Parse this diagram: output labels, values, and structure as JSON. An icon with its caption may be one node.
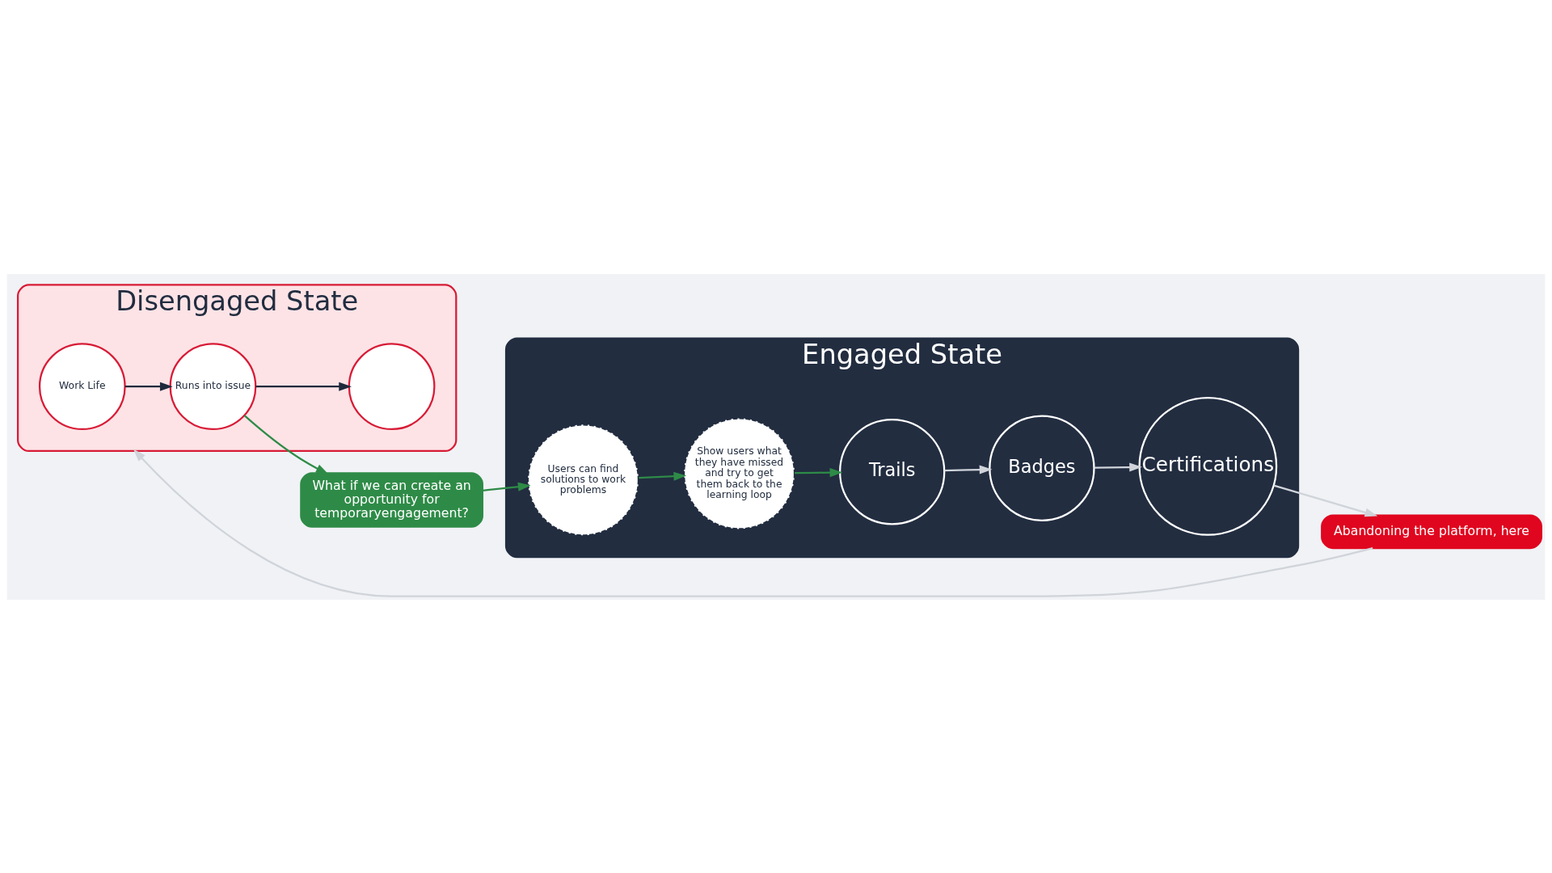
{
  "diagram": {
    "nodes": [
      {
        "text": [
          "Engaged State"
        ]
      },
      {
        "text": [
          "Trails"
        ],
        "in": 0
      },
      {
        "text": [
          "Badges"
        ],
        "in": 0
      },
      {
        "text": [
          "Certifications"
        ],
        "in": 0
      },
      {
        "text": [
          "Show users what they have missed and try to get them back to the learning loop"
        ],
        "in": 0
      },
      {
        "text": [
          "Users can find solutions to work problems"
        ],
        "in": 0
      },
      {
        "text": [
          "Abandoning the platform, here"
        ]
      },
      {
        "text": [
          "Disengaged State"
        ]
      },
      {
        "text": [
          "Work Life"
        ],
        "in": 7
      },
      {
        "text": [],
        "shape": "circle",
        "in": 7
      },
      {
        "text": [
          "Runs into issue"
        ],
        "in": 7
      },
      {
        "text": [
          "What if we can create an opportunity for temporaryengagement?"
        ]
      }
    ],
    "edges": [
      {
        "from": 1,
        "to": 2,
        "arrow": "to"
      },
      {
        "from": 2,
        "to": 3,
        "arrow": "to"
      },
      {
        "from": 3,
        "to": 6,
        "arrow": "to"
      },
      {
        "from": 6,
        "to": 7,
        "arrow": "to"
      },
      {
        "from": 8,
        "to": 10,
        "arrow": "to",
        "color": "#1f2a3c"
      },
      {
        "from": 10,
        "to": 9,
        "arrow": "to",
        "color": "#1f2a3c"
      },
      {
        "from": 10,
        "to": 11,
        "arrow": "to",
        "color": "#2e8b47"
      },
      {
        "from": 11,
        "to": 5,
        "arrow": "to",
        "color": "#2e8b47"
      },
      {
        "from": 5,
        "to": 4,
        "arrow": "to",
        "color": "#2e8b47"
      },
      {
        "from": 4,
        "to": 1,
        "arrow": "to",
        "color": "#2e8b47"
      }
    ]
  }
}
